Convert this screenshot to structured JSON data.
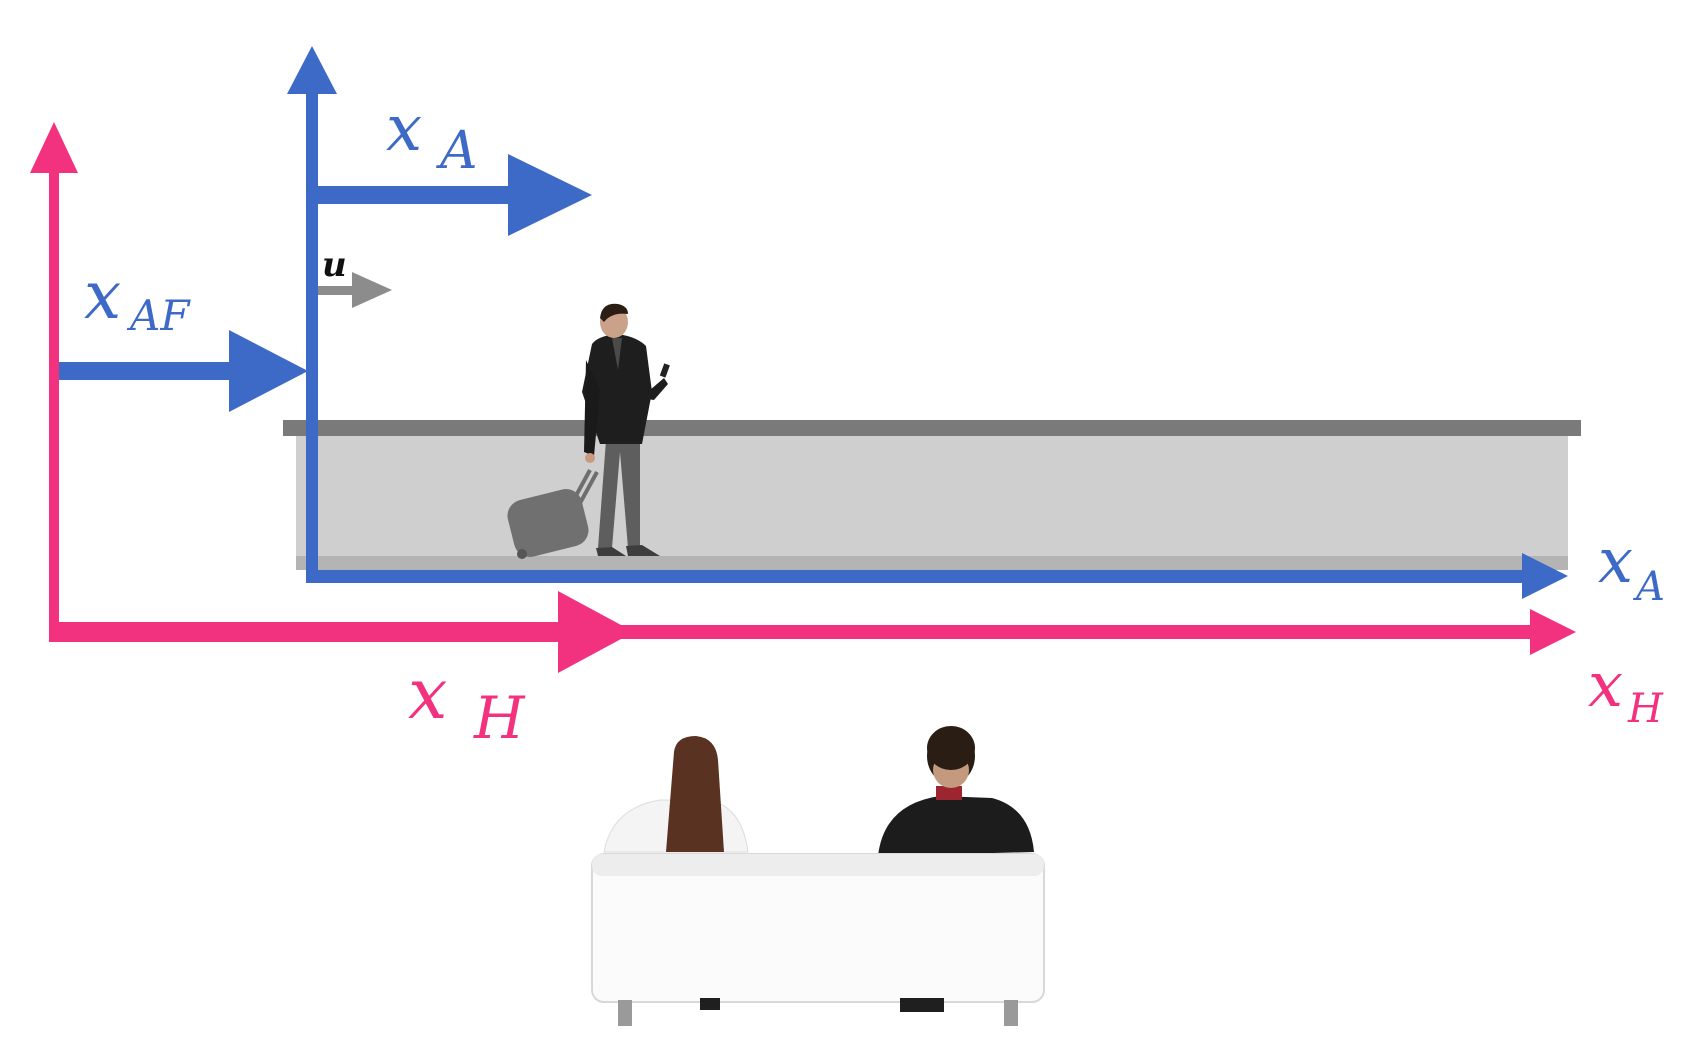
{
  "colors": {
    "ground_frame": "#f2317f",
    "walkway_frame": "#3c6ac6",
    "velocity_arrow": "#8c8c8c",
    "walkway_fill": "#cfcfcf",
    "walkway_rail": "#7a7a7a",
    "background": "#ffffff"
  },
  "labels": {
    "walkway_x_top": {
      "main": "x",
      "sub": "A"
    },
    "walkway_offset": {
      "main": "x",
      "sub": "AF"
    },
    "belt_speed": {
      "main": "u"
    },
    "ground_x_bottom": {
      "main": "x",
      "sub": "H"
    },
    "walkway_axis_end": {
      "main": "x",
      "sub": "A"
    },
    "ground_axis_end": {
      "main": "x",
      "sub": "H"
    }
  },
  "figures": {
    "traveler": "businessman-with-rolling-suitcase",
    "observers": "two-people-seated-on-white-sofa-seen-from-behind"
  }
}
